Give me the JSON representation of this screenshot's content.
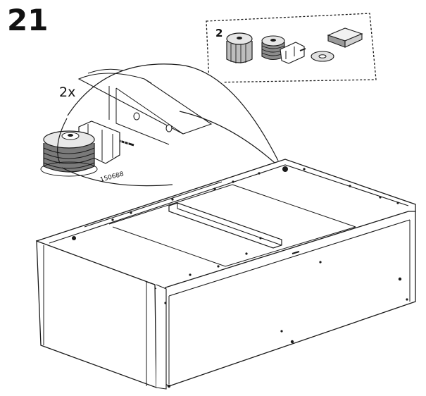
{
  "step": {
    "number": "21"
  },
  "parts_box": {
    "quantity": "2"
  },
  "detail": {
    "multiplier": "2x",
    "part_code": "150688"
  },
  "colors": {
    "ink": "#1a1a1a",
    "panel": "#ffffff",
    "shade": "#d9d9d9",
    "dark": "#8c8c8c"
  },
  "icons": [
    "adjustable-foot-icon",
    "mounting-bracket-icon",
    "washer-icon",
    "felt-pad-icon",
    "screw-icon"
  ]
}
